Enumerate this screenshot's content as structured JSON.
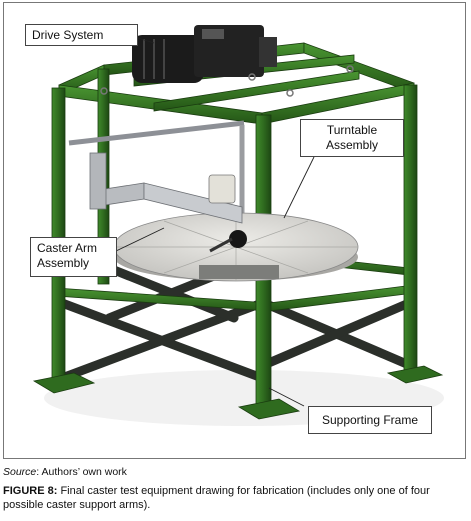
{
  "callouts": {
    "drive_system": "Drive System",
    "turntable_line1": "Turntable",
    "turntable_line2": "Assembly",
    "caster_arm_line1": "Caster Arm",
    "caster_arm_line2": "Assembly",
    "supporting_frame": "Supporting Frame"
  },
  "source": {
    "label": "Source",
    "text": ": Authors’ own work"
  },
  "caption": {
    "label": "FIGURE 8:",
    "text": " Final caster test equipment drawing for fabrication (includes only one of four possible caster support arms)."
  },
  "colors": {
    "frame_green": "#2f6b1f",
    "frame_green_dark": "#1d4713",
    "motor_black": "#1b1b1b",
    "turntable_grey": "#d9d9d6",
    "arm_grey": "#b9bcc0",
    "cross_brace_dark": "#2b2f2a"
  }
}
